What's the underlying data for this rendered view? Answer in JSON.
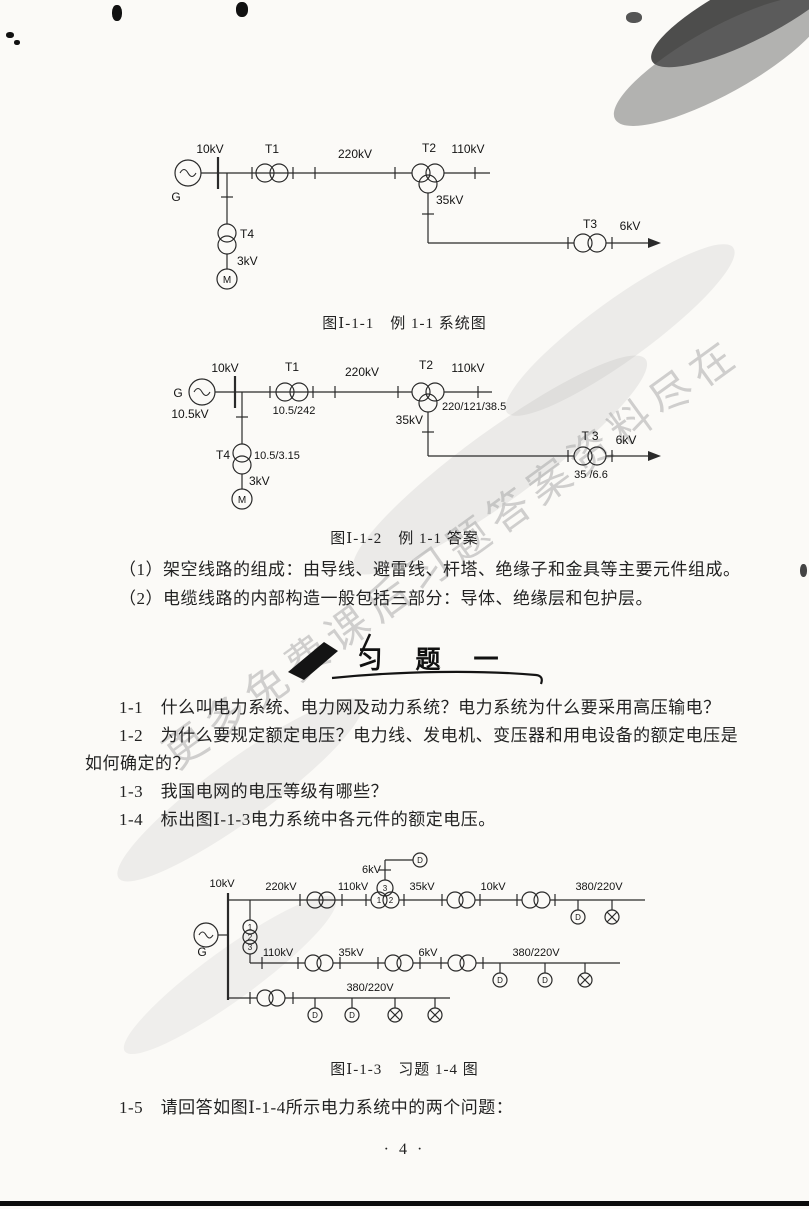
{
  "page": {
    "number": "· 4 ·",
    "exercises_title": "习　题　一",
    "watermark_line1": "更多免费课后习题答案资料尽在"
  },
  "fig1": {
    "caption": "图Ⅰ-1-1　例 1-1 系统图",
    "g": "G",
    "v_gen": "10kV",
    "t1": "T1",
    "v_line1": "220kV",
    "t2": "T2",
    "v_line2": "110kV",
    "v_branch": "35kV",
    "t3": "T3",
    "v_out": "6kV",
    "t4": "T4",
    "v_t4": "3kV",
    "m": "M"
  },
  "fig2": {
    "caption": "图Ⅰ-1-2　例 1-1 答案",
    "g": "G",
    "v_gen": "10kV",
    "v_gen_rated": "10.5kV",
    "t1": "T1",
    "t1_ratio": "10.5/242",
    "v_line1": "220kV",
    "t2": "T2",
    "t2_ratio": "220/121/38.5",
    "v_line2": "110kV",
    "v_branch": "35kV",
    "t3": "T 3",
    "t3_ratio": "35 /6.6",
    "v_out": "6kV",
    "t4": "T4",
    "t4_ratio": "10.5/3.15",
    "v_t4": "3kV",
    "m": "M"
  },
  "answers": {
    "item1": "（1）架空线路的组成：由导线、避雷线、杆塔、绝缘子和金具等主要元件组成。",
    "item2": "（2）电缆线路的内部构造一般包括三部分：导体、绝缘层和包护层。"
  },
  "problems": {
    "p1": "1-1　什么叫电力系统、电力网及动力系统？电力系统为什么要采用高压输电？",
    "p2": "1-2　为什么要规定额定电压？电力线、发电机、变压器和用电设备的额定电压是如何确定的？",
    "p3": "1-3　我国电网的电压等级有哪些？",
    "p4": "1-4　标出图Ⅰ-1-3电力系统中各元件的额定电压。",
    "p5": "1-5　请回答如图Ⅰ-1-4所示电力系统中的两个问题："
  },
  "fig3": {
    "caption": "图Ⅰ-1-3　习题 1-4 图",
    "bus_voltage": "10kV",
    "generator": "G",
    "top_voltage": "6kV",
    "winding1": "1",
    "winding2": "2",
    "winding3": "3",
    "load_label": "D",
    "row1": {
      "v1": "220kV",
      "v2": "110kV",
      "v3": "35kV",
      "v4": "10kV",
      "v5": "380/220V"
    },
    "row2": {
      "v1": "110kV",
      "v2": "35kV",
      "v3": "6kV",
      "v4": "380/220V"
    },
    "row3": {
      "v1": "380/220V"
    }
  }
}
